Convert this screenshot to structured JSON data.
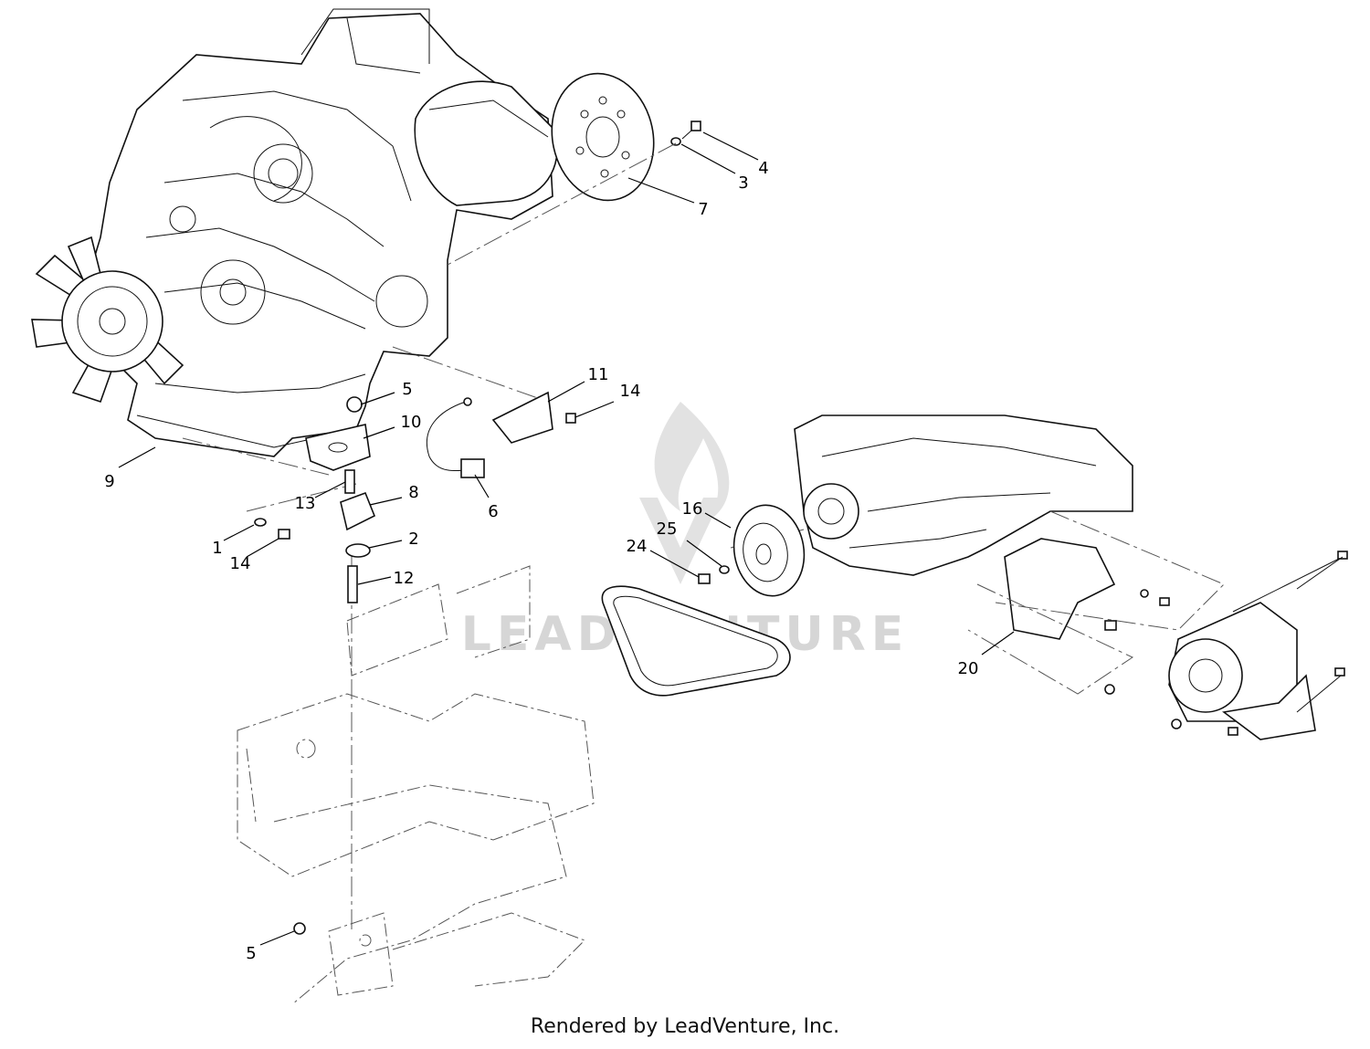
{
  "callouts": [
    {
      "id": "c1",
      "label": "1"
    },
    {
      "id": "c2",
      "label": "2"
    },
    {
      "id": "c3",
      "label": "3"
    },
    {
      "id": "c4",
      "label": "4"
    },
    {
      "id": "c5a",
      "label": "5"
    },
    {
      "id": "c5b",
      "label": "5"
    },
    {
      "id": "c6",
      "label": "6"
    },
    {
      "id": "c7",
      "label": "7"
    },
    {
      "id": "c8",
      "label": "8"
    },
    {
      "id": "c9",
      "label": "9"
    },
    {
      "id": "c10",
      "label": "10"
    },
    {
      "id": "c11",
      "label": "11"
    },
    {
      "id": "c12",
      "label": "12"
    },
    {
      "id": "c13",
      "label": "13"
    },
    {
      "id": "c14a",
      "label": "14"
    },
    {
      "id": "c14b",
      "label": "14"
    },
    {
      "id": "c16",
      "label": "16"
    },
    {
      "id": "c20",
      "label": "20"
    },
    {
      "id": "c24",
      "label": "24"
    },
    {
      "id": "c25",
      "label": "25"
    }
  ],
  "watermark": {
    "text": "LEADVENTURE"
  },
  "footer": {
    "text": "Rendered by LeadVenture, Inc."
  }
}
